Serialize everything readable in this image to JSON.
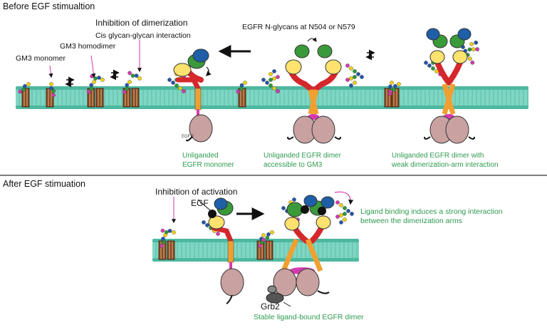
{
  "sections": {
    "before": "Before EGF stimualtion",
    "after": "After EGF stimuation"
  },
  "labels": {
    "gm3_monomer": "GM3 monomer",
    "gm3_homodimer": "GM3 homodimer",
    "cis_glycan": "Cis glycan-glycan interaction",
    "inhibition_dimerization": "Inhibition of dimerization",
    "n_glycans": "EGFR N-glycans at N504 or N579",
    "egfr_small": "EGFR",
    "inhibition_activation": "Inhibition of activation",
    "egf": "EGF",
    "grb2": "Grb2"
  },
  "captions": {
    "unliganded_monomer": [
      "Unliganded",
      "EGFR monomer"
    ],
    "unliganded_dimer_gm3": [
      "Unliganded EGFR dimer",
      "accessible to GM3"
    ],
    "unliganded_dimer_weak": [
      "Unliganded EGFR dimer with",
      "weak dimerization-arm interaction"
    ],
    "ligand_binding": [
      "Ligand binding induces a strong interaction",
      "between the dimerization arms"
    ],
    "stable_dimer": [
      "Stable ligand-bound EGFR dimer"
    ]
  },
  "colors": {
    "membrane": "#7fd6c2",
    "head": "#4db8a0",
    "domain_red": "#d4282d",
    "domain_green": "#3a9a3a",
    "domain_blue": "#1f5fa8",
    "domain_yellow": "#ffe36e",
    "tm_orange": "#f0a030",
    "kinase": "#c9a1a1",
    "caption_green": "#2e9a4f",
    "magenta": "#d63ab0"
  }
}
